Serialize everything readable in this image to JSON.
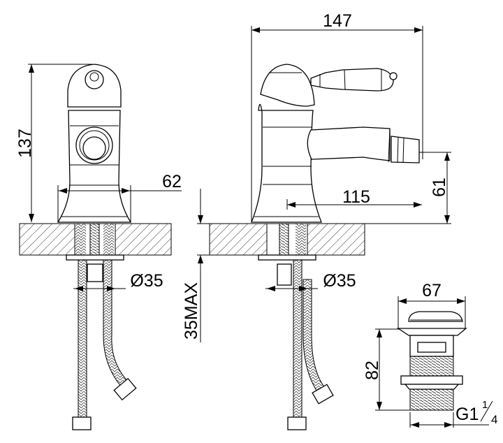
{
  "drawing": {
    "front_view": {
      "height_label": "137",
      "base_width_label": "62",
      "hole_diameter_label": "Ø35"
    },
    "side_view": {
      "total_length_label": "147",
      "spout_reach_label": "115",
      "spout_height_label": "61",
      "hole_diameter_label": "Ø35"
    },
    "countertop": {
      "max_thickness_label": "35MAX"
    },
    "drain": {
      "width_label": "67",
      "height_label": "82",
      "thread_label_main": "G1",
      "thread_label_num": "1",
      "thread_label_den": "4"
    }
  }
}
